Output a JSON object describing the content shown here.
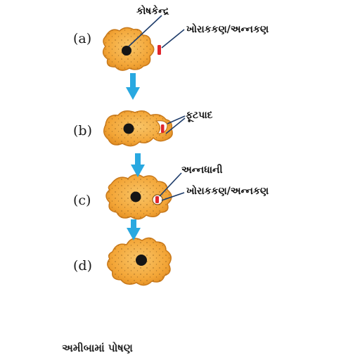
{
  "steps": [
    {
      "label": "(a)"
    },
    {
      "label": "(b)"
    },
    {
      "label": "(c)"
    },
    {
      "label": "(d)"
    }
  ],
  "callouts": {
    "nucleus": "કોષકેન્દ્ર",
    "food_particle_a": "ખોરાકકણ/અન્નકણ",
    "pseudopod": "ફૂટપાદ",
    "food_vacuole": "અન્નધાની",
    "food_particle_c": "ખોરાકકણ/અન્નકણ"
  },
  "caption": "અમીબામાં પોષણ",
  "colors": {
    "cell_fill": "#f3a638",
    "cell_edge": "#c97a1c",
    "nucleus": "#151515",
    "food_particle": "#e0252b",
    "arrow": "#29a8e0",
    "leader_line": "#1f3d6b"
  }
}
